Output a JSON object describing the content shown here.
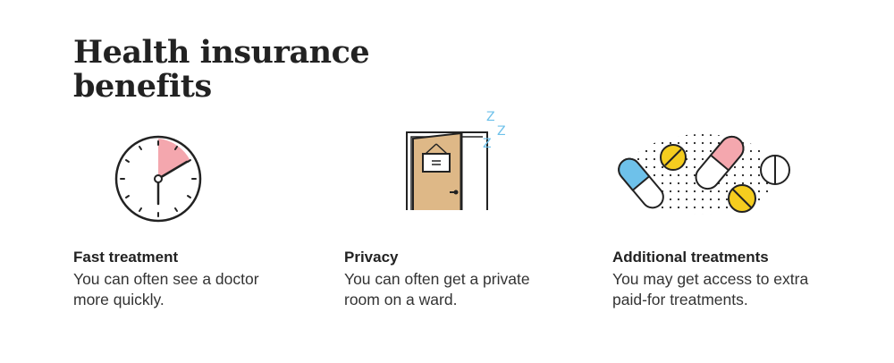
{
  "title": {
    "line1": "Health insurance",
    "line2": "benefits"
  },
  "colors": {
    "ink": "#222222",
    "pink": "#f4a7ae",
    "door": "#deb887",
    "blue": "#6ec1ea",
    "yellow": "#f5cd1f"
  },
  "benefits": [
    {
      "icon": "clock-icon",
      "title": "Fast treatment",
      "line1": "You can often see a doctor",
      "line2": "more quickly."
    },
    {
      "icon": "door-sleep-icon",
      "title": "Privacy",
      "line1": "You can often get a private",
      "line2": "room on a ward.",
      "zzz": [
        "Z",
        "Z",
        "Z"
      ]
    },
    {
      "icon": "pills-icon",
      "title": "Additional treatments",
      "line1": "You may get access to extra",
      "line2": "paid-for treatments."
    }
  ]
}
